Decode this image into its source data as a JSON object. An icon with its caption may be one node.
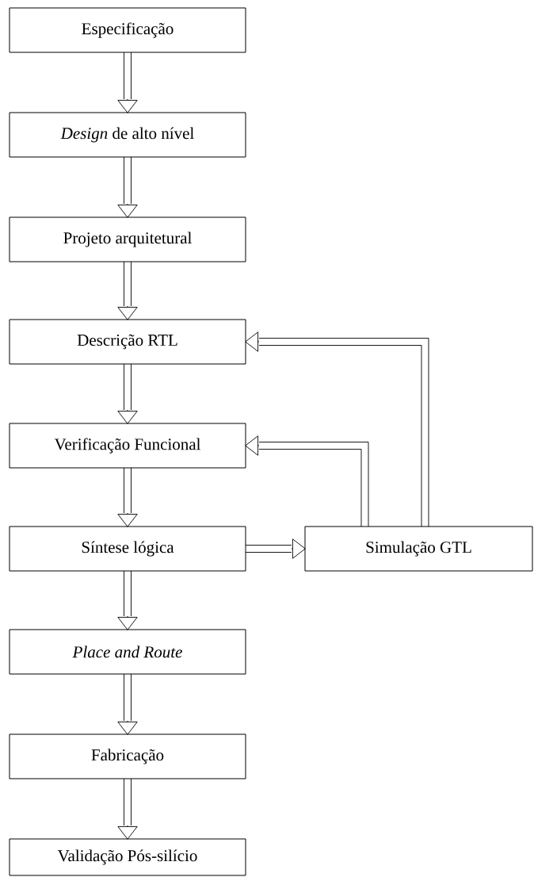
{
  "diagram": {
    "nodes": [
      {
        "text": [
          "Especificação"
        ]
      },
      {
        "text": [
          "*Design* de alto nível"
        ]
      },
      {
        "text": [
          "Projeto arquitetural"
        ]
      },
      {
        "text": [
          "Descrição RTL"
        ]
      },
      {
        "text": [
          "Verificação Funcional"
        ]
      },
      {
        "text": [
          "Síntese lógica"
        ]
      },
      {
        "text": [
          "Place and Route"
        ]
      },
      {
        "text": [
          "Fabricação"
        ]
      },
      {
        "text": [
          "Validação Pós-silício"
        ]
      },
      {
        "text": [
          "Simulação GTL"
        ]
      }
    ],
    "edges": [
      {
        "from": 0,
        "to": 1,
        "arrow": "to"
      },
      {
        "from": 1,
        "to": 2,
        "arrow": "to"
      },
      {
        "from": 2,
        "to": 3,
        "arrow": "to"
      },
      {
        "from": 3,
        "to": 4,
        "arrow": "to"
      },
      {
        "from": 4,
        "to": 5,
        "arrow": "to"
      },
      {
        "from": 5,
        "to": 6,
        "arrow": "to"
      },
      {
        "from": 6,
        "to": 7,
        "arrow": "to"
      },
      {
        "from": 7,
        "to": 8,
        "arrow": "to"
      },
      {
        "from": 5,
        "to": 9,
        "arrow": "to"
      },
      {
        "from": 9,
        "to": 4,
        "arrow": "to"
      },
      {
        "from": 9,
        "to": 3,
        "arrow": "to"
      }
    ]
  }
}
